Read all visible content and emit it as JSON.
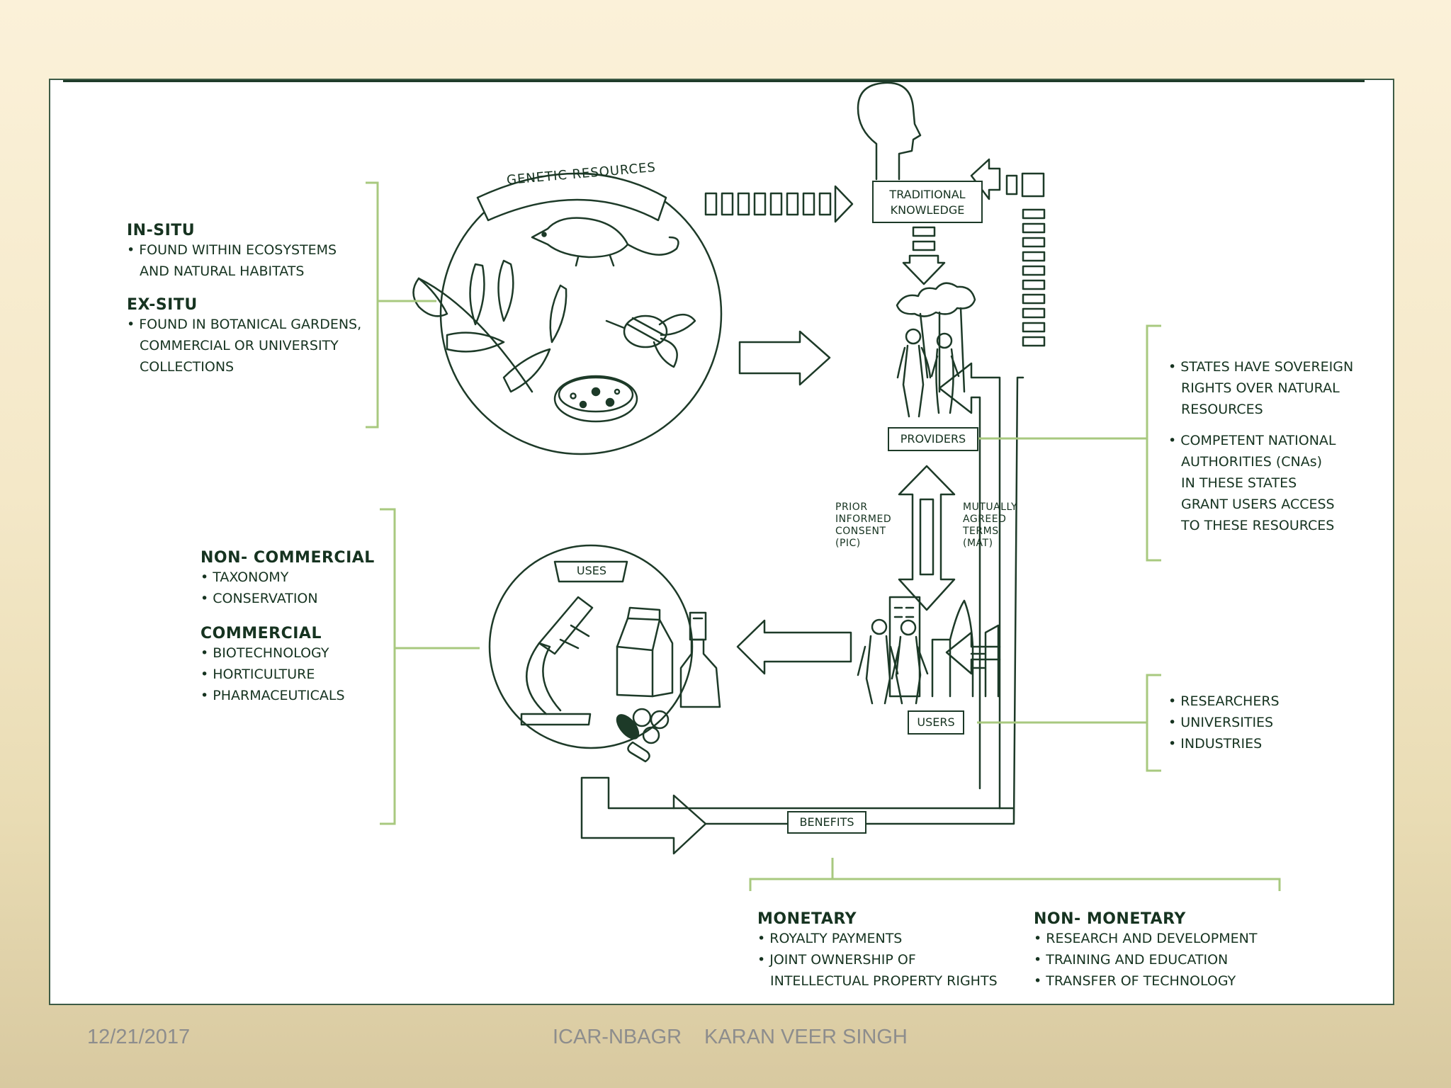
{
  "colors": {
    "ink": "#1d3a28",
    "bracket": "#a8c97f",
    "footer_text": "#8d8d8d"
  },
  "diagram": {
    "genetic_resources": "GENETIC RESOURCES",
    "traditional_knowledge": "TRADITIONAL KNOWLEDGE",
    "providers": "PROVIDERS",
    "users": "USERS",
    "uses": "USES",
    "benefits": "BENEFITS",
    "pic": [
      "PRIOR",
      "INFORMED",
      "CONSENT",
      "(PIC)"
    ],
    "mat": [
      "MUTUALLY",
      "AGREED",
      "TERMS",
      "(MAT)"
    ]
  },
  "left_top": {
    "in_situ_title": "IN-SITU",
    "in_situ_items": [
      "• FOUND WITHIN ECOSYSTEMS",
      "AND NATURAL HABITATS"
    ],
    "ex_situ_title": "EX-SITU",
    "ex_situ_items": [
      "• FOUND IN BOTANICAL GARDENS,",
      "COMMERCIAL OR UNIVERSITY",
      "COLLECTIONS"
    ]
  },
  "left_bottom": {
    "noncommercial_title": "NON- COMMERCIAL",
    "noncommercial_items": [
      "• TAXONOMY",
      "• CONSERVATION"
    ],
    "commercial_title": "COMMERCIAL",
    "commercial_items": [
      "• BIOTECHNOLOGY",
      "• HORTICULTURE",
      "• PHARMACEUTICALS"
    ]
  },
  "right_top": {
    "items": [
      "• STATES HAVE SOVEREIGN",
      "RIGHTS OVER NATURAL",
      "RESOURCES",
      "",
      "• COMPETENT NATIONAL",
      "AUTHORITIES (CNAs)",
      "IN THESE STATES",
      "GRANT USERS ACCESS",
      "TO THESE RESOURCES"
    ]
  },
  "right_bottom": {
    "items": [
      "• RESEARCHERS",
      "• UNIVERSITIES",
      "• INDUSTRIES"
    ]
  },
  "benefits_detail": {
    "monetary_title": "MONETARY",
    "monetary_items": [
      "• ROYALTY PAYMENTS",
      "• JOINT OWNERSHIP OF",
      "INTELLECTUAL PROPERTY RIGHTS"
    ],
    "nonmonetary_title": "NON- MONETARY",
    "nonmonetary_items": [
      "• RESEARCH AND DEVELOPMENT",
      "• TRAINING AND EDUCATION",
      "• TRANSFER OF TECHNOLOGY"
    ]
  },
  "footer": {
    "date": "12/21/2017",
    "org": "ICAR-NBAGR",
    "author": "KARAN VEER SINGH"
  }
}
